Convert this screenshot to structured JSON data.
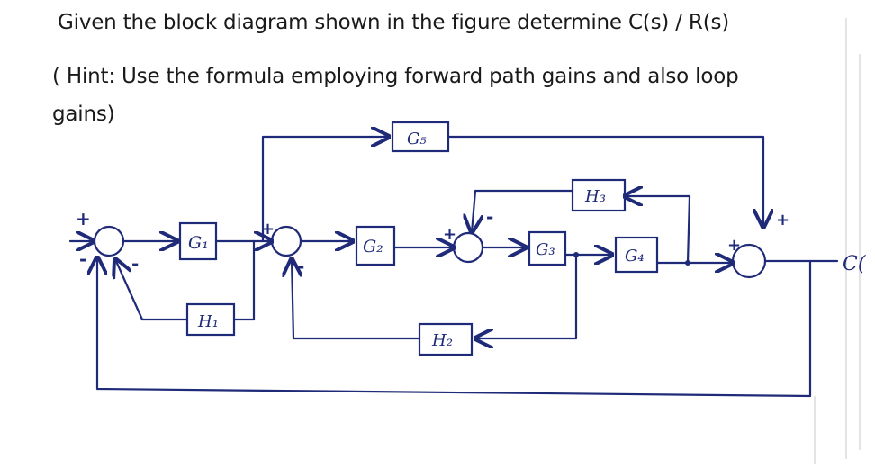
{
  "question": {
    "line1": "Given the block diagram shown in the figure determine  C(s) / R(s)",
    "line2": "( Hint: Use the formula employing forward path gains and also loop",
    "line3": "gains)"
  },
  "diagram": {
    "blocks": {
      "g1": "G₁",
      "g2": "G₂",
      "g3": "G₃",
      "g4": "G₄",
      "g5": "G₅",
      "h1": "H₁",
      "h2": "H₂",
      "h3": "H₃"
    },
    "signs": {
      "s1_plus": "+",
      "s1_minus_left": "-",
      "s1_minus_bottom": "-",
      "s2_plus": "+",
      "s2_minus": "-",
      "s3_plus": "+",
      "s3_minus": "-",
      "s4_plus_top": "+",
      "s4_plus_left": "+"
    },
    "output_label": "C("
  },
  "colors": {
    "ink": "#1f2a78",
    "text": "#1a1a1a"
  }
}
